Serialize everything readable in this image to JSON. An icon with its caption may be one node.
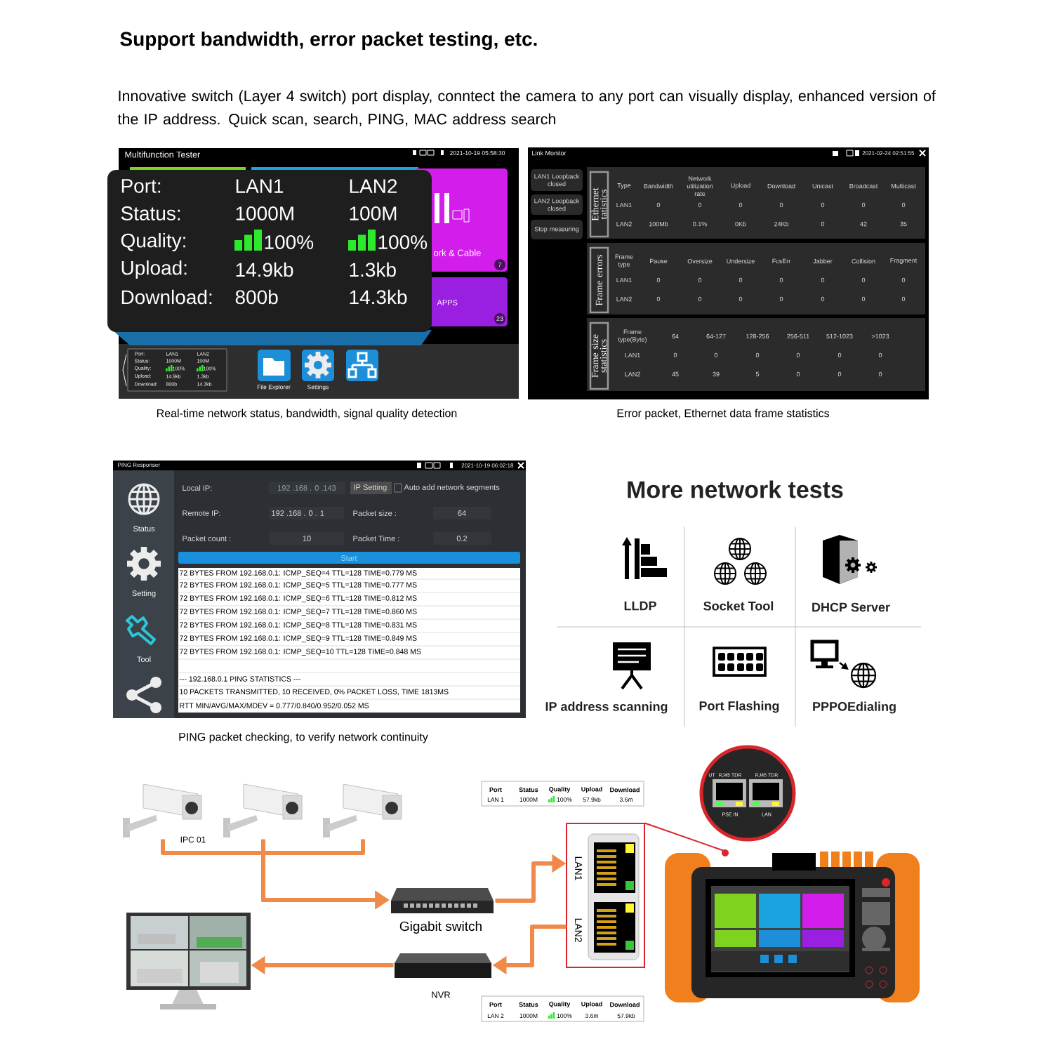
{
  "diagram": {
    "title": "Support bandwidth, error packet testing, etc.",
    "nodes": [
      {
        "text": [],
        "shape": "picture",
        "beside": [
          "IPC 01"
        ]
      },
      {
        "text": [],
        "shape": "picture"
      },
      {
        "text": [],
        "shape": "picture"
      },
      {
        "text": [
          "Gigabit switch"
        ]
      },
      {
        "text": [
          "NVR"
        ]
      },
      {
        "text": [],
        "shape": "picture"
      },
      {
        "text": [
          "LAN1",
          "LAN2"
        ]
      },
      {
        "text": [],
        "shape": "picture"
      },
      {
        "text": [
          "UT",
          "RJ45 TDR",
          "RJ45 TDR",
          "PSE IN",
          "LAN"
        ]
      }
    ],
    "edges": [
      {
        "from": 0,
        "to": 3,
        "arrow": "to"
      },
      {
        "from": 1,
        "to": 3,
        "arrow": "to"
      },
      {
        "from": 2,
        "to": 3,
        "arrow": "to"
      },
      {
        "from": 3,
        "to": 6,
        "arrow": "to"
      },
      {
        "from": 6,
        "to": 4,
        "arrow": "to"
      },
      {
        "from": 4,
        "to": 5,
        "arrow": "to"
      },
      {
        "from": 6,
        "to": 7,
        "arrow": "none",
        "color": "#d9262c"
      }
    ],
    "labels": [
      "Innovative switch (Layer 4 switch) port display, conntect the camera to any port can visually display, enhanced version of the IP address. Quick scan, search, PING, MAC address search",
      "Multifunction Tester",
      "2021-10-19 05:58:30",
      "Port:",
      "LAN1",
      "LAN2",
      "Status:",
      "1000M",
      "100M",
      "Quality:",
      "100%",
      "100%",
      "Upload:",
      "14.9kb",
      "1.3kb",
      "Download:",
      "800b",
      "14.3kb",
      "ork & Cable",
      "7",
      "APPS",
      "23",
      "Port:",
      "LAN1",
      "LAN2",
      "Status:",
      "1000M",
      "100M",
      "Quality:",
      "100%",
      "100%",
      "Upload:",
      "14.9kb",
      "1.3kb",
      "Download:",
      "800b",
      "14.3kb",
      "File Explorer",
      "Settings",
      "Real-time network status, bandwidth, signal quality detection",
      "Link Monitor",
      "2021-02-24 02:51:55",
      "LAN1 Loopback closed",
      "LAN2 Loopback closed",
      "Stop measuring",
      "Ethernet tatistics",
      "Type",
      "Bandwidth",
      "Network utilization rate",
      "Upload",
      "Download",
      "Unicast",
      "Broadcast",
      "Multicast",
      "LAN1",
      "0",
      "0",
      "0",
      "0",
      "0",
      "0",
      "0",
      "LAN2",
      "100Mb",
      "0.1%",
      "0Kb",
      "24Kb",
      "0",
      "42",
      "35",
      "Frame errors",
      "Frame type",
      "Pause",
      "Oversize",
      "Undersize",
      "FcsErr",
      "Jabber",
      "Collision",
      "Fragment",
      "LAN1",
      "0",
      "0",
      "0",
      "0",
      "0",
      "0",
      "0",
      "LAN2",
      "0",
      "0",
      "0",
      "0",
      "0",
      "0",
      "0",
      "Frame size statistics",
      "Frame type(Byte)",
      "64",
      "64-127",
      "128-256",
      "256-511",
      "512-1023",
      ">1023",
      "LAN1",
      "0",
      "0",
      "0",
      "0",
      "0",
      "0",
      "LAN2",
      "45",
      "39",
      "5",
      "0",
      "0",
      "0",
      "Error packet, Ethernet data frame statistics",
      "PING Responser",
      "2021-10-19 06:02:18",
      "Status",
      "Setting",
      "Tool",
      "Local IP:",
      "192 .168 . 0 .143",
      "IP Setting",
      "Auto add network segments",
      "Remote IP:",
      "192 .168 . 0 . 1",
      "Packet size :",
      "64",
      "Packet count :",
      "10",
      "Packet Time :",
      "0.2",
      "Start",
      "72 BYTES FROM 192.168.0.1: ICMP_SEQ=4 TTL=128 TIME=0.779 MS",
      "72 BYTES FROM 192.168.0.1: ICMP_SEQ=5 TTL=128 TIME=0.777 MS",
      "72 BYTES FROM 192.168.0.1: ICMP_SEQ=6 TTL=128 TIME=0.812 MS",
      "72 BYTES FROM 192.168.0.1: ICMP_SEQ=7 TTL=128 TIME=0.860 MS",
      "72 BYTES FROM 192.168.0.1: ICMP_SEQ=8 TTL=128 TIME=0.831 MS",
      "72 BYTES FROM 192.168.0.1: ICMP_SEQ=9 TTL=128 TIME=0.849 MS",
      "72 BYTES FROM 192.168.0.1: ICMP_SEQ=10 TTL=128 TIME=0.848 MS",
      "--- 192.168.0.1 PING STATISTICS ---",
      "10 PACKETS TRANSMITTED, 10 RECEIVED, 0% PACKET LOSS, TIME 1813MS",
      "RTT MIN/AVG/MAX/MDEV = 0.777/0.840/0.952/0.052 MS",
      "PING packet checking, to verify network continuity",
      "More network tests",
      "LLDP",
      "Socket Tool",
      "DHCP Server",
      "IP address scanning",
      "Port Flashing",
      "PPPOEdialing",
      "Port",
      "Status",
      "Quality",
      "Upload",
      "Download",
      "LAN 1",
      "1000M",
      "100%",
      "57.9kb",
      "3.6m",
      "Port",
      "Status",
      "Quality",
      "Upload",
      "Download",
      "LAN 2",
      "1000M",
      "100%",
      "3.6m",
      "57.9kb"
    ]
  }
}
